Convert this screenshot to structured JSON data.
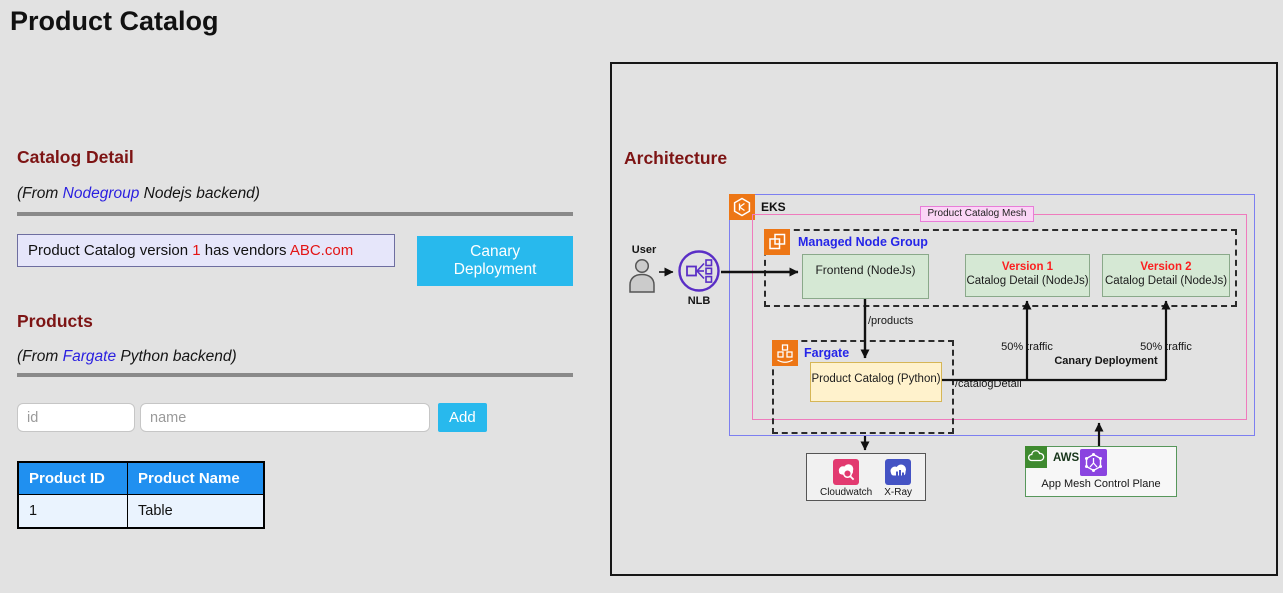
{
  "page": {
    "title": "Product Catalog"
  },
  "colors": {
    "accent_cyan": "#28b9ed",
    "heading_maroon": "#7d1414",
    "link_blue": "#2a1fe0",
    "alert_red": "#e31414",
    "table_header_blue": "#2090f0",
    "detail_box_lavender": "#e6e6fa",
    "node_green": "#d5e8d4",
    "node_yellow": "#fff2cc",
    "eks_border_blue": "#7d7ff0",
    "mesh_border_pink": "#ef7bbd"
  },
  "catalog_detail": {
    "heading": "Catalog Detail",
    "sub_prefix": "(From ",
    "sub_link": "Nodegroup",
    "sub_suffix": " Nodejs backend)",
    "detail_text_1": "Product Catalog version ",
    "detail_version": "1",
    "detail_text_2": " has vendors ",
    "detail_vendor": "ABC.com",
    "canary_button": "Canary Deployment"
  },
  "products": {
    "heading": "Products",
    "sub_prefix": "(From ",
    "sub_link": "Fargate",
    "sub_suffix": " Python backend)",
    "id_placeholder": "id",
    "name_placeholder": "name",
    "add_button": "Add",
    "table": {
      "headers": [
        "Product ID",
        "Product Name"
      ],
      "rows": [
        [
          "1",
          "Table"
        ]
      ]
    }
  },
  "architecture": {
    "heading": "Architecture",
    "user_label": "User",
    "nlb_label": "NLB",
    "eks_label": "EKS",
    "mesh_label": "Product Catalog Mesh",
    "managed_node_group_label": "Managed Node Group",
    "frontend_label": "Frontend (NodeJs)",
    "version1_title": "Version 1",
    "version1_label": "Catalog Detail (NodeJs)",
    "version2_title": "Version 2",
    "version2_label": "Catalog Detail (NodeJs)",
    "products_route": "/products",
    "fargate_label": "Fargate",
    "python_label": "Product Catalog (Python)",
    "catalog_route": "/catalogDetail",
    "traffic_left": "50% traffic",
    "traffic_right": "50% traffic",
    "canary_label": "Canary Deployment",
    "cloudwatch_label": "Cloudwatch",
    "xray_label": "X-Ray",
    "aws_label": "AWS",
    "appmesh_label": "App Mesh Control Plane",
    "icons": [
      "user-icon",
      "nlb-icon",
      "eks-icon",
      "managed-node-group-icon",
      "fargate-icon",
      "cloudwatch-icon",
      "xray-icon",
      "aws-cloud-icon",
      "app-mesh-icon"
    ]
  }
}
